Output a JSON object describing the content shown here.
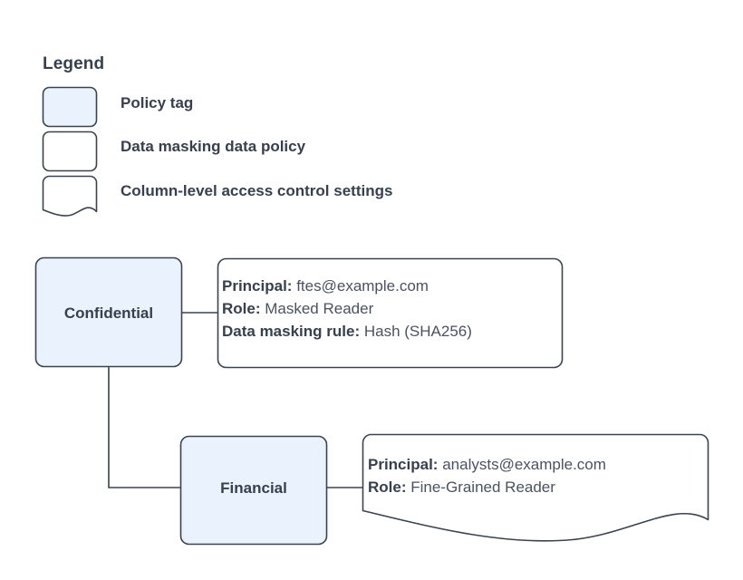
{
  "legend": {
    "title": "Legend",
    "items": [
      {
        "label": "Policy tag",
        "shape": "rounded-rect",
        "fill": "#eaf2fd",
        "stroke": "#3a4350"
      },
      {
        "label": "Data masking data policy",
        "shape": "rounded-rect",
        "fill": "#ffffff",
        "stroke": "#3a4350"
      },
      {
        "label": "Column-level access control settings",
        "shape": "document-wavy-bottom",
        "fill": "#ffffff",
        "stroke": "#3a4350"
      }
    ]
  },
  "nodes": [
    {
      "id": "confidential",
      "label": "Confidential",
      "type": "policy-tag"
    },
    {
      "id": "financial",
      "label": "Financial",
      "type": "policy-tag"
    }
  ],
  "cards": {
    "masking_policy": {
      "type": "data-masking-data-policy",
      "rows": [
        {
          "key": "Principal:",
          "value": "ftes@example.com"
        },
        {
          "key": "Role:",
          "value": "Masked Reader"
        },
        {
          "key": "Data masking rule:",
          "value": "Hash (SHA256)"
        }
      ]
    },
    "column_access": {
      "type": "column-level-access-control-settings",
      "rows": [
        {
          "key": "Principal:",
          "value": "analysts@example.com"
        },
        {
          "key": "Role:",
          "value": "Fine-Grained Reader"
        }
      ]
    }
  },
  "connectors": [
    {
      "from": "confidential",
      "to": "masking_policy"
    },
    {
      "from": "confidential",
      "to": "financial"
    },
    {
      "from": "financial",
      "to": "column_access"
    }
  ],
  "colors": {
    "policy_tag_fill": "#eaf2fd",
    "card_fill": "#ffffff",
    "stroke": "#3a4350",
    "text": "#37404e",
    "value_text": "#4a5260",
    "background": "#ffffff"
  }
}
